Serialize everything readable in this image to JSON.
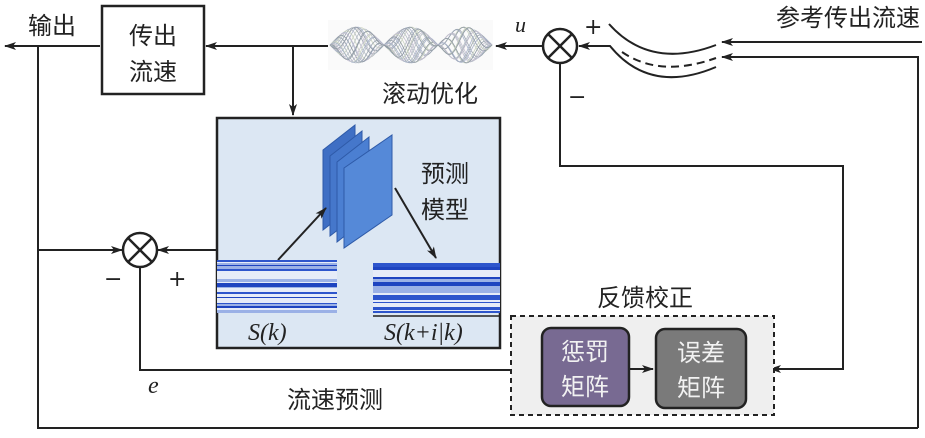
{
  "labels": {
    "output": "输出",
    "plant_line1": "传出",
    "plant_line2": "流速",
    "rolling_opt": "滚动优化",
    "control_signal": "u",
    "reference": "参考传出流速",
    "plus_top": "+",
    "minus_top": "−",
    "model_line1": "预测",
    "model_line2": "模型",
    "state_input": "S(k)",
    "state_pred": "S(k+i|k)",
    "minus_left": "−",
    "plus_left": "+",
    "error": "e",
    "flow_pred": "流速预测",
    "feedback": "反馈校正",
    "penalty_line1": "惩罚",
    "penalty_line2": "矩阵",
    "errmat_line1": "误差",
    "errmat_line2": "矩阵"
  },
  "colors": {
    "model_bg": "#dce7f3",
    "layer_blue": "#4a7bd0",
    "penalty_box": "#786a92",
    "error_box": "#7a7a7a",
    "feedback_bg": "#efefef",
    "line": "#222222"
  },
  "icons": {
    "summing_junction": "summing-junction-icon",
    "conv_layers": "conv-layers-icon",
    "waveform": "waveform-icon"
  }
}
